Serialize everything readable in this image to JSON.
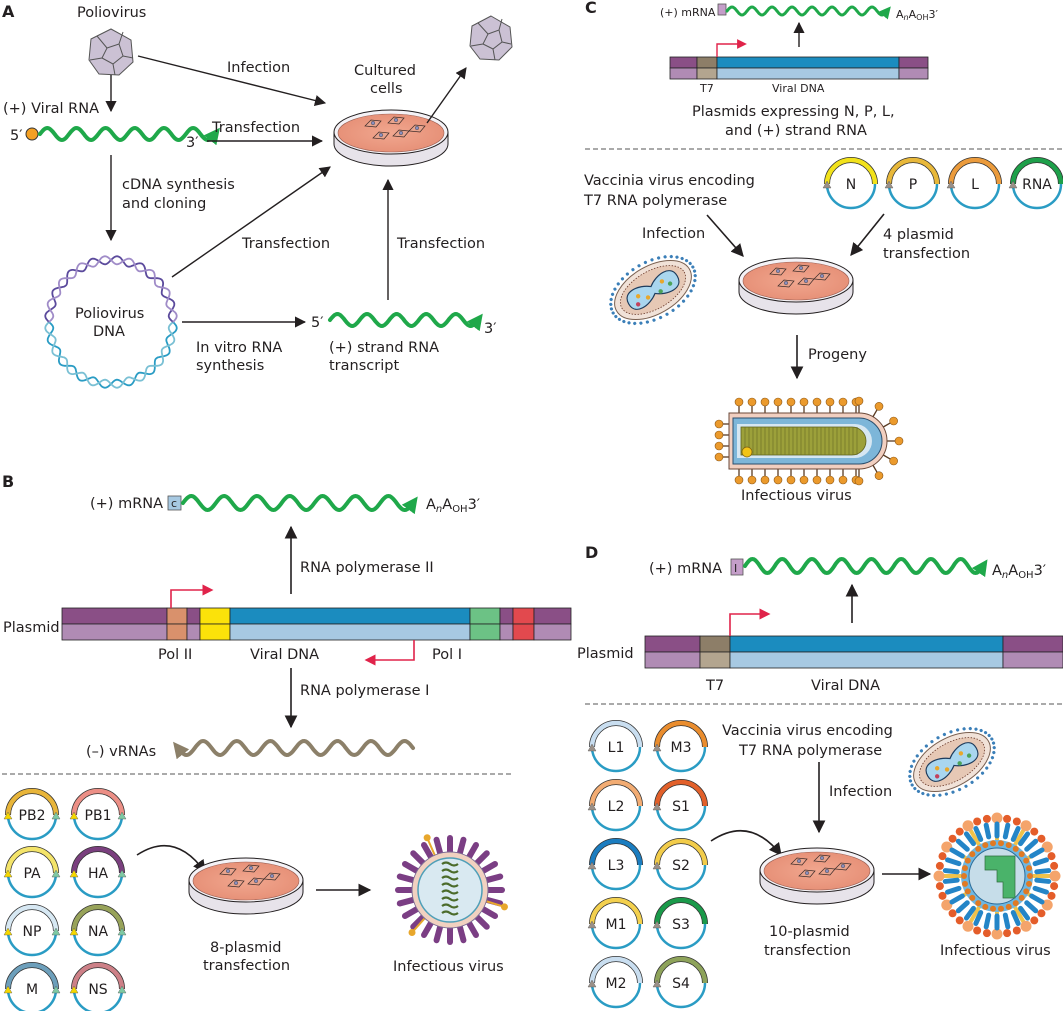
{
  "panels": {
    "A": {
      "letter": "A",
      "poliovirus": "Poliovirus",
      "infection": "Infection",
      "viral_rna": "(+) Viral RNA",
      "five_prime": "5′",
      "three_prime": "3′",
      "transfection_rna": "Transfection",
      "cultured_cells_line1": "Cultured",
      "cultured_cells_line2": "cells",
      "cdna_line1": "cDNA synthesis",
      "cdna_line2": "and cloning",
      "transfection_dna": "Transfection",
      "transfection_transcript": "Transfection",
      "polio_dna_line1": "Poliovirus",
      "polio_dna_line2": "DNA",
      "invitro_line1": "In vitro RNA",
      "invitro_line2": "synthesis",
      "transcript_five": "5′",
      "transcript_three": "3′",
      "transcript_line1": "(+) strand RNA",
      "transcript_line2": "transcript"
    },
    "B": {
      "letter": "B",
      "mrna": "(+) mRNA",
      "cap": "c",
      "polya": "A",
      "polya_n": "n",
      "polya_a2": "A",
      "polya_oh": "OH",
      "polya_3": "3′",
      "pol2_label": "RNA polymerase II",
      "plasmid": "Plasmid",
      "pol2_promoter": "Pol II",
      "viral_dna": "Viral DNA",
      "pol1_promoter": "Pol I",
      "pol1_label": "RNA polymerase I",
      "vrnas": "(–) vRNAs",
      "plasmids": [
        {
          "name": "PB2",
          "color": "#e8b53a"
        },
        {
          "name": "PB1",
          "color": "#ec8f86"
        },
        {
          "name": "PA",
          "color": "#f4e46a"
        },
        {
          "name": "HA",
          "color": "#7a3f7e"
        },
        {
          "name": "NP",
          "color": "#d7e8f3"
        },
        {
          "name": "NA",
          "color": "#98a35a"
        },
        {
          "name": "M",
          "color": "#6d9fbb"
        },
        {
          "name": "NS",
          "color": "#cd8087"
        }
      ],
      "transfection_line1": "8-plasmid",
      "transfection_line2": "transfection",
      "infectious_virus": "Infectious virus"
    },
    "C": {
      "letter": "C",
      "mrna": "(+) mRNA",
      "cap": "I",
      "polya": "A",
      "polya_n": "n",
      "polya_a2": "A",
      "polya_oh": "OH",
      "polya_3": "3′",
      "t7": "T7",
      "viral_dna": "Viral DNA",
      "caption_line1": "Plasmids expressing N, P, L,",
      "caption_line2": "and (+) strand RNA",
      "vaccinia_line1": "Vaccinia virus encoding",
      "vaccinia_line2": "T7 RNA polymerase",
      "infection": "Infection",
      "plasmids": [
        {
          "name": "N",
          "color": "#f2e21b"
        },
        {
          "name": "P",
          "color": "#e8b83a"
        },
        {
          "name": "L",
          "color": "#eb9b3c"
        },
        {
          "name": "RNA",
          "color": "#1ea04a"
        }
      ],
      "transfection_line1": "4 plasmid",
      "transfection_line2": "transfection",
      "progeny": "Progeny",
      "infectious_virus": "Infectious virus"
    },
    "D": {
      "letter": "D",
      "mrna": "(+) mRNA",
      "cap": "I",
      "polya": "A",
      "polya_n": "n",
      "polya_a2": "A",
      "polya_oh": "OH",
      "polya_3": "3′",
      "plasmid": "Plasmid",
      "t7": "T7",
      "viral_dna": "Viral DNA",
      "plasmids": [
        {
          "name": "L1",
          "color": "#c9def0"
        },
        {
          "name": "M3",
          "color": "#ea8d2e"
        },
        {
          "name": "L2",
          "color": "#f2ac73"
        },
        {
          "name": "S1",
          "color": "#e2602a"
        },
        {
          "name": "L3",
          "color": "#1b7dc0"
        },
        {
          "name": "S2",
          "color": "#f2cc4a"
        },
        {
          "name": "M1",
          "color": "#f3d04e"
        },
        {
          "name": "S3",
          "color": "#1a9a4a"
        },
        {
          "name": "M2",
          "color": "#c9def0"
        },
        {
          "name": "S4",
          "color": "#8ea35a"
        }
      ],
      "vaccinia_line1": "Vaccinia virus encoding",
      "vaccinia_line2": "T7 RNA polymerase",
      "infection": "Infection",
      "transfection_line1": "10-plasmid",
      "transfection_line2": "transfection",
      "infectious_virus": "Infectious virus"
    }
  },
  "colors": {
    "rna_green": "#1fa84a",
    "vrna_brown": "#8c8069",
    "promoter_red": "#e0234a",
    "backbone_blue": "#2a9cc4",
    "viral_dna_dark": "#1b8cbf",
    "viral_dna_light": "#a7c9e2",
    "plasmid_purple_dark": "#8a4f86",
    "plasmid_purple_light": "#b08bb4"
  }
}
